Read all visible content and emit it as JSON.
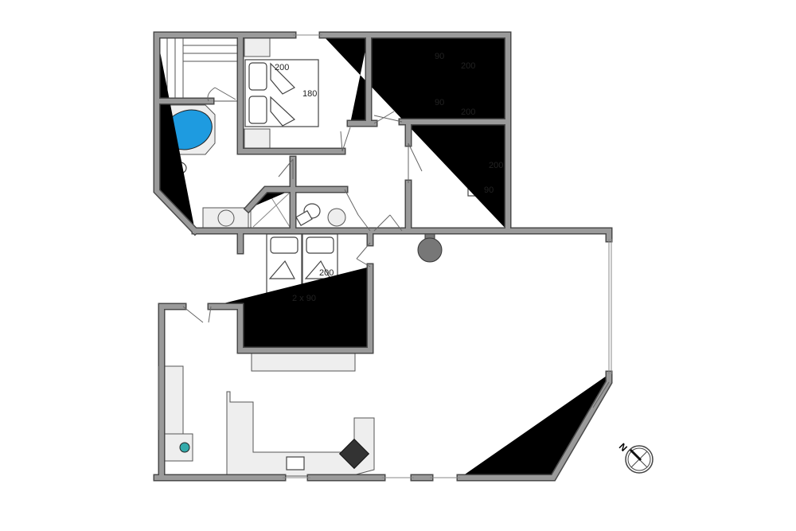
{
  "plan": {
    "labels": {
      "master_bed_length": "200",
      "master_bed_width": "180",
      "top_bed1_width": "90",
      "top_bed1_length": "200",
      "top_bed2_width": "90",
      "top_bed2_length": "200",
      "right_bed_length": "200",
      "right_bed_width": "90",
      "twin_bed_length": "200",
      "twin_bed_width": "2 x 90"
    },
    "compass": "N",
    "colors": {
      "wall": "#9a9a9a",
      "wall_edge": "#4a4a4a",
      "bathtub": "#1e9be0",
      "fixture": "#eeeeee"
    }
  }
}
